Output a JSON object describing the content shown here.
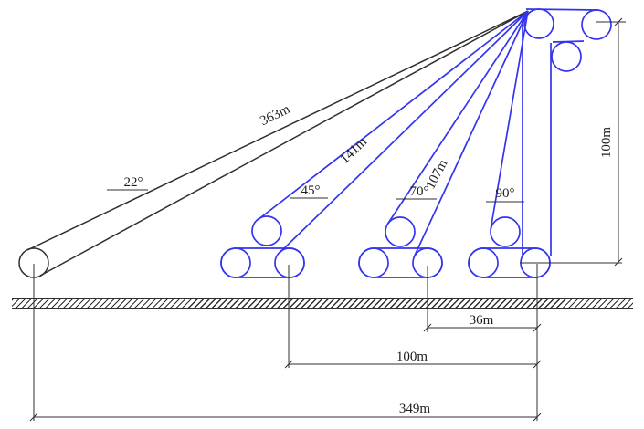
{
  "colors": {
    "conveyor_accent": "#3434f0",
    "line_color": "#2f2f2f",
    "background": "#ffffff"
  },
  "conveyors": [
    {
      "id": "boom-22deg",
      "angle": "22°",
      "length": "363m"
    },
    {
      "id": "conveyor-45deg",
      "angle": "45°",
      "length": "141m"
    },
    {
      "id": "conveyor-70deg",
      "angle": "70°",
      "length": "107m"
    },
    {
      "id": "conveyor-90deg",
      "angle": "90°"
    }
  ],
  "dimensions": {
    "tower_height": "100m",
    "span_70_to_90": "36m",
    "span_45_to_90": "100m",
    "span_22_to_90": "349m"
  }
}
